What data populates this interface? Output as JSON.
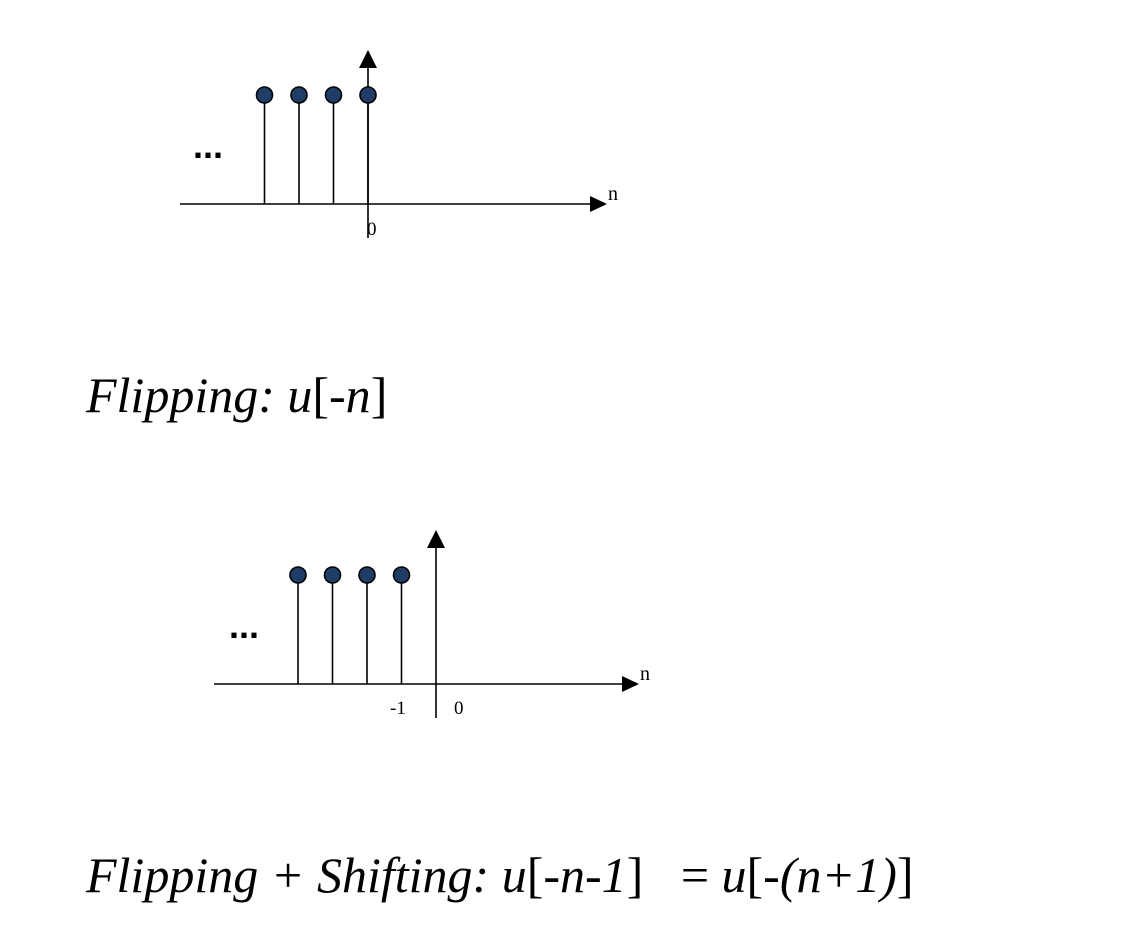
{
  "colors": {
    "marker_fill": "#1f3d66",
    "line": "#000000",
    "background": "#ffffff"
  },
  "plots": [
    {
      "axis_variable": "n",
      "ellipsis": "...",
      "ticks": [
        "0"
      ],
      "stem_positions_n": [
        -3,
        -2,
        -1,
        0
      ],
      "stem_values": [
        1,
        1,
        1,
        1
      ]
    },
    {
      "axis_variable": "n",
      "ellipsis": "...",
      "ticks": [
        "-1",
        "0"
      ],
      "stem_positions_n": [
        -4,
        -3,
        -2,
        -1
      ],
      "stem_values": [
        1,
        1,
        1,
        1
      ]
    }
  ],
  "captions": [
    {
      "word": "Flipping:",
      "u": "u",
      "open": "[",
      "arg": "-n",
      "close": "]"
    },
    {
      "word": "Flipping + Shifting:",
      "u1": "u",
      "open1": "[",
      "arg1": "-n-1",
      "close1": "]",
      "equals": "=",
      "u2": "u",
      "open2": "[",
      "arg2": "-(n+1)",
      "close2": "]"
    }
  ]
}
